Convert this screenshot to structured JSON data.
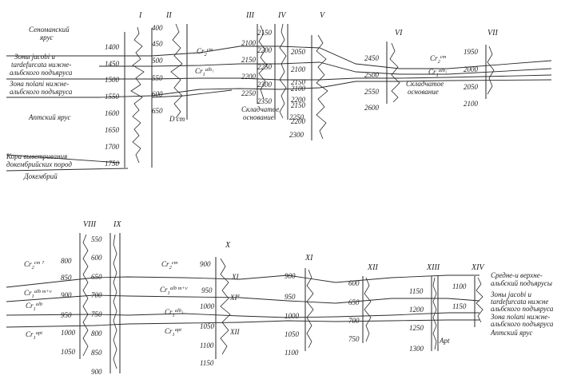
{
  "colors": {
    "ink": "#2a2a2a",
    "paper": "#ffffff"
  },
  "top_section": {
    "legend": {
      "cenomanian": [
        "Сеноманский",
        "ярус"
      ],
      "jacobi_upper": [
        "Зоны jacobi и",
        "tardefurcata нижне-",
        "альбского подъяруса"
      ],
      "jacobi_lower": [
        "Зона nolani нижне-",
        "альбского подъяруса"
      ],
      "aptian": [
        "Аптский ярус"
      ],
      "weathering": [
        "Кора выветривания",
        "докембрийских пород"
      ],
      "precambrian": [
        "Докембрий"
      ]
    },
    "wells": [
      {
        "id": "I",
        "depths": [
          "1400",
          "1450",
          "1500",
          "1550",
          "1600",
          "1650",
          "1700",
          "1750"
        ]
      },
      {
        "id": "II",
        "depths": [
          "400",
          "450",
          "500",
          "550",
          "600",
          "650"
        ]
      },
      {
        "id": "III",
        "depths": [
          "2100",
          "2150",
          "2200",
          "2250"
        ]
      },
      {
        "id": "IV",
        "depths": [
          "2150",
          "2200",
          "2250",
          "2300",
          "2350",
          "2100",
          "2150",
          "2200"
        ]
      },
      {
        "id": "V",
        "depths": [
          "2050",
          "2100",
          "2150",
          "2200",
          "2250",
          "2300"
        ]
      },
      {
        "id": "VI",
        "depths": [
          "2450",
          "2500",
          "2550",
          "2600"
        ]
      },
      {
        "id": "VII",
        "depths": [
          "1950",
          "2000",
          "2050",
          "2100"
        ]
      }
    ],
    "annotations": {
      "dcm": "D cm",
      "cr2cm_a": "Cr",
      "cr1alb1_a": "Cr",
      "fold_basement_a": [
        "Складчатое",
        "основание"
      ],
      "fold_basement_b": [
        "Складчатое",
        "основание"
      ],
      "cr2cm_b": "Cr",
      "cr1alb1_b": "Cr"
    }
  },
  "bottom_section": {
    "wells": [
      {
        "id": "VIII",
        "depths": [
          "800",
          "850",
          "900",
          "950",
          "1000",
          "1050"
        ]
      },
      {
        "id": "IX",
        "depths": [
          "550",
          "600",
          "650",
          "700",
          "750",
          "800",
          "850",
          "900"
        ]
      },
      {
        "id": "X",
        "depths": [
          "900",
          "950",
          "1000",
          "1050",
          "1100",
          "1150"
        ]
      },
      {
        "id": "XI",
        "depths": [
          "900",
          "950",
          "1000",
          "1050",
          "1100"
        ]
      },
      {
        "id": "XII",
        "depths": [
          "600",
          "650",
          "700",
          "750"
        ]
      },
      {
        "id": "XIII",
        "depths": [
          "1150",
          "1200",
          "1250",
          "1300"
        ]
      },
      {
        "id": "XIV",
        "depths": [
          "1100",
          "1150"
        ]
      }
    ],
    "left_labels": {
      "cr2cm": "Cr",
      "cr1albmv": "Cr",
      "cr1alb": "Cr",
      "cr1apt": "Cr"
    },
    "x_labels": {
      "cr2cm": "Cr",
      "cr1albmv": "Cr",
      "cr1alb1": "Cr",
      "cr1apt": "Cr"
    },
    "right_legend": {
      "mid_upper": [
        "Средне-и верхне-",
        "альбский подъярусы"
      ],
      "jacobi": [
        "Зоны jacobi и",
        "tardefurcata нижне",
        "альбского подъяруса"
      ],
      "nolani": [
        "Зона nolani нижне-",
        "альбского подъяруса"
      ],
      "aptian": [
        "Аптский ярус"
      ]
    },
    "markers": {
      "xi": "XI",
      "xia": "XI",
      "xii": "XII",
      "apt": "Apt"
    }
  }
}
